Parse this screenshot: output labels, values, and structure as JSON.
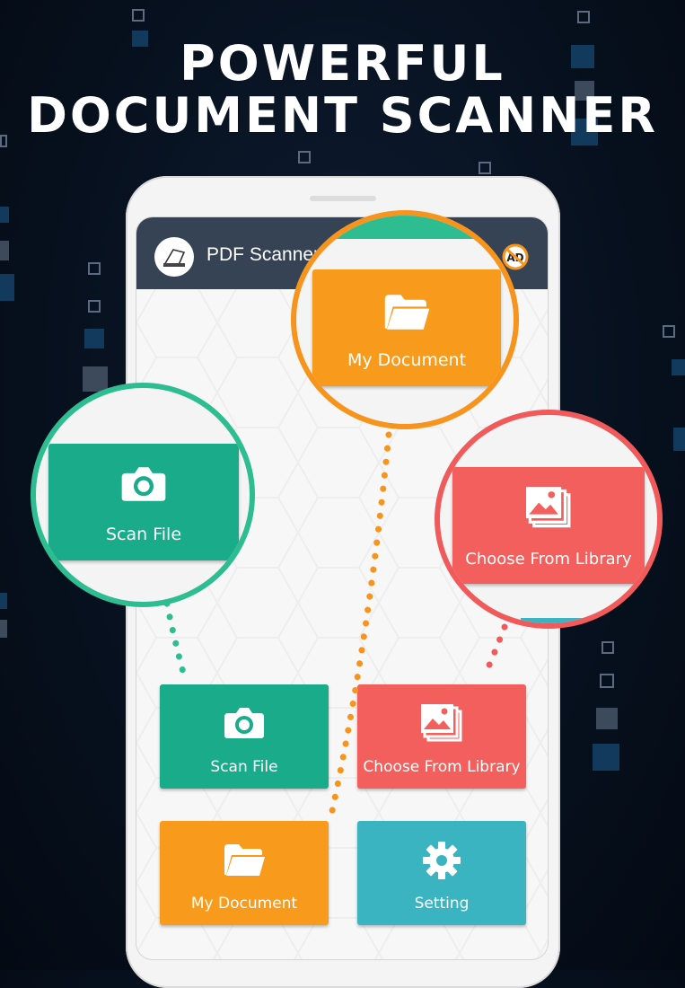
{
  "headline": {
    "line1": "POWERFUL",
    "line2": "DOCUMENT SCANNER"
  },
  "app": {
    "title": "PDF Scanner",
    "logo_icon": "scanner-icon",
    "no_ad_icon": "no-ads-icon",
    "no_ad_text": "AD"
  },
  "tiles": {
    "scan_file": {
      "label": "Scan File",
      "icon": "camera-icon",
      "color": "#1aab8b"
    },
    "choose_library": {
      "label": "Choose From Library",
      "icon": "gallery-icon",
      "color": "#f25f5c"
    },
    "my_document": {
      "label": "My Document",
      "icon": "folder-icon",
      "color": "#f89b1c"
    },
    "setting": {
      "label": "Setting",
      "icon": "gear-icon",
      "color": "#3bb4c1"
    }
  },
  "callouts": {
    "scan_file": {
      "label": "Scan File",
      "ring_color": "#2ebd91"
    },
    "my_document": {
      "label": "My Document",
      "ring_color": "#f7941d"
    },
    "choose_library": {
      "label": "Choose From Library",
      "ring_color": "#f05a5b"
    }
  },
  "colors": {
    "background": "#07111f",
    "appbar": "#354354",
    "teal": "#1aab8b",
    "orange": "#f89b1c",
    "coral": "#f25f5c",
    "cyan": "#3bb4c1"
  }
}
